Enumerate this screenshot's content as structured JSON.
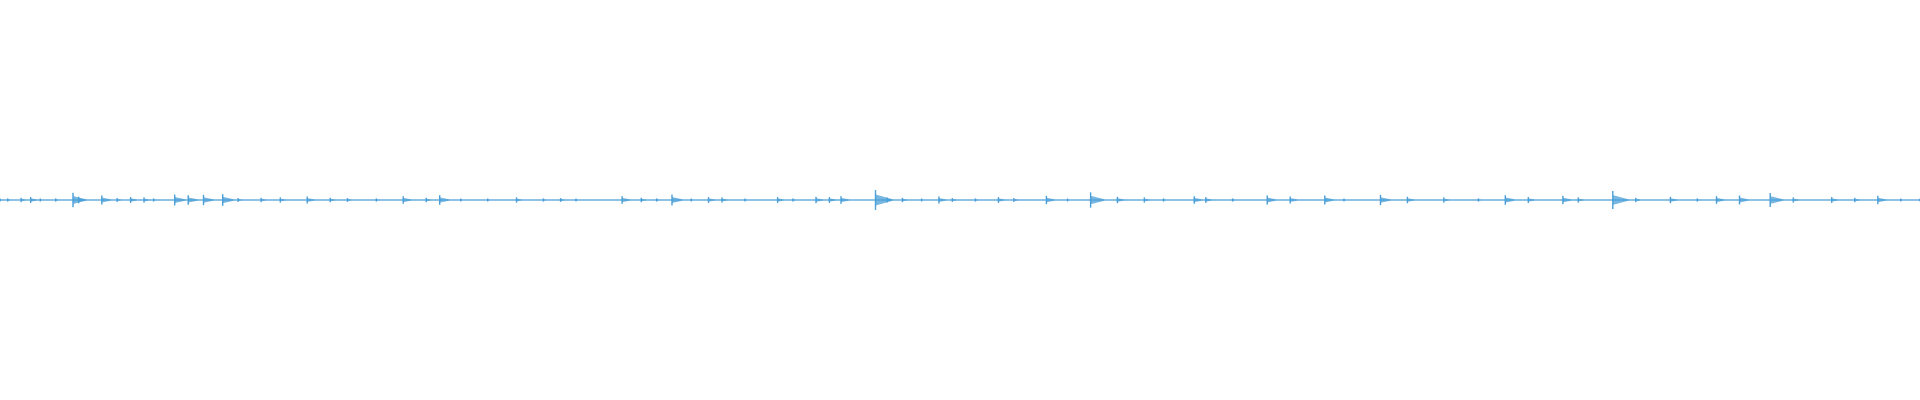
{
  "waveform": {
    "color": "#4a9fd8",
    "background": "#ffffff",
    "peaks": [
      {
        "t": 0.0,
        "a": 0.06
      },
      {
        "t": 0.004,
        "a": 0.1
      },
      {
        "t": 0.011,
        "a": 0.14
      },
      {
        "t": 0.016,
        "a": 0.18
      },
      {
        "t": 0.021,
        "a": 0.08
      },
      {
        "t": 0.029,
        "a": 0.1
      },
      {
        "t": 0.038,
        "a": 0.45
      },
      {
        "t": 0.041,
        "a": 0.2
      },
      {
        "t": 0.053,
        "a": 0.28
      },
      {
        "t": 0.061,
        "a": 0.12
      },
      {
        "t": 0.068,
        "a": 0.18
      },
      {
        "t": 0.075,
        "a": 0.16
      },
      {
        "t": 0.08,
        "a": 0.1
      },
      {
        "t": 0.091,
        "a": 0.34
      },
      {
        "t": 0.098,
        "a": 0.3
      },
      {
        "t": 0.106,
        "a": 0.32
      },
      {
        "t": 0.116,
        "a": 0.36
      },
      {
        "t": 0.124,
        "a": 0.12
      },
      {
        "t": 0.136,
        "a": 0.14
      },
      {
        "t": 0.146,
        "a": 0.16
      },
      {
        "t": 0.16,
        "a": 0.22
      },
      {
        "t": 0.172,
        "a": 0.14
      },
      {
        "t": 0.181,
        "a": 0.12
      },
      {
        "t": 0.196,
        "a": 0.1
      },
      {
        "t": 0.21,
        "a": 0.24
      },
      {
        "t": 0.222,
        "a": 0.14
      },
      {
        "t": 0.229,
        "a": 0.3
      },
      {
        "t": 0.24,
        "a": 0.08
      },
      {
        "t": 0.254,
        "a": 0.06
      },
      {
        "t": 0.269,
        "a": 0.16
      },
      {
        "t": 0.283,
        "a": 0.1
      },
      {
        "t": 0.292,
        "a": 0.12
      },
      {
        "t": 0.3,
        "a": 0.06
      },
      {
        "t": 0.324,
        "a": 0.24
      },
      {
        "t": 0.334,
        "a": 0.14
      },
      {
        "t": 0.342,
        "a": 0.1
      },
      {
        "t": 0.35,
        "a": 0.34
      },
      {
        "t": 0.36,
        "a": 0.08
      },
      {
        "t": 0.369,
        "a": 0.18
      },
      {
        "t": 0.376,
        "a": 0.16
      },
      {
        "t": 0.388,
        "a": 0.08
      },
      {
        "t": 0.405,
        "a": 0.18
      },
      {
        "t": 0.413,
        "a": 0.1
      },
      {
        "t": 0.425,
        "a": 0.2
      },
      {
        "t": 0.432,
        "a": 0.18
      },
      {
        "t": 0.438,
        "a": 0.24
      },
      {
        "t": 0.456,
        "a": 0.62
      },
      {
        "t": 0.462,
        "a": 0.16
      },
      {
        "t": 0.47,
        "a": 0.14
      },
      {
        "t": 0.48,
        "a": 0.08
      },
      {
        "t": 0.489,
        "a": 0.22
      },
      {
        "t": 0.496,
        "a": 0.12
      },
      {
        "t": 0.508,
        "a": 0.1
      },
      {
        "t": 0.52,
        "a": 0.18
      },
      {
        "t": 0.528,
        "a": 0.12
      },
      {
        "t": 0.545,
        "a": 0.26
      },
      {
        "t": 0.556,
        "a": 0.06
      },
      {
        "t": 0.568,
        "a": 0.48
      },
      {
        "t": 0.582,
        "a": 0.2
      },
      {
        "t": 0.596,
        "a": 0.16
      },
      {
        "t": 0.606,
        "a": 0.1
      },
      {
        "t": 0.622,
        "a": 0.24
      },
      {
        "t": 0.628,
        "a": 0.18
      },
      {
        "t": 0.642,
        "a": 0.1
      },
      {
        "t": 0.66,
        "a": 0.28
      },
      {
        "t": 0.672,
        "a": 0.22
      },
      {
        "t": 0.69,
        "a": 0.28
      },
      {
        "t": 0.7,
        "a": 0.08
      },
      {
        "t": 0.719,
        "a": 0.32
      },
      {
        "t": 0.733,
        "a": 0.2
      },
      {
        "t": 0.752,
        "a": 0.16
      },
      {
        "t": 0.77,
        "a": 0.1
      },
      {
        "t": 0.784,
        "a": 0.3
      },
      {
        "t": 0.796,
        "a": 0.18
      },
      {
        "t": 0.814,
        "a": 0.26
      },
      {
        "t": 0.822,
        "a": 0.16
      },
      {
        "t": 0.84,
        "a": 0.56
      },
      {
        "t": 0.852,
        "a": 0.14
      },
      {
        "t": 0.87,
        "a": 0.2
      },
      {
        "t": 0.884,
        "a": 0.1
      },
      {
        "t": 0.894,
        "a": 0.24
      },
      {
        "t": 0.906,
        "a": 0.28
      },
      {
        "t": 0.922,
        "a": 0.44
      },
      {
        "t": 0.934,
        "a": 0.16
      },
      {
        "t": 0.954,
        "a": 0.18
      },
      {
        "t": 0.966,
        "a": 0.14
      },
      {
        "t": 0.978,
        "a": 0.26
      },
      {
        "t": 0.99,
        "a": 0.06
      },
      {
        "t": 1.0,
        "a": 0.04
      }
    ]
  }
}
